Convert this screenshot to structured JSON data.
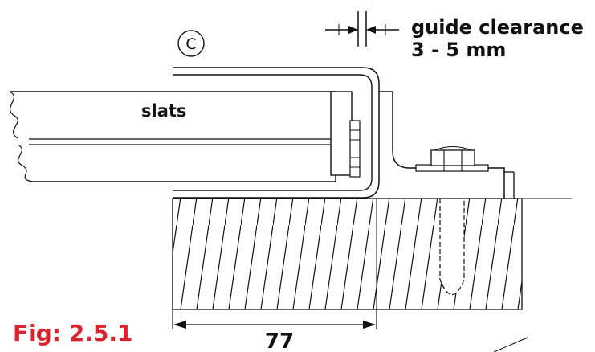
{
  "figure_label": "Fig: 2.5.1",
  "part_label": "slats",
  "callout_letter": "C",
  "guide_clearance": {
    "line1": "guide clearance",
    "line2": "3 - 5 mm"
  },
  "dimension_value": "77",
  "colors": {
    "ink": "#111111",
    "figure_label": "#d9232e",
    "background": "#ffffff"
  }
}
